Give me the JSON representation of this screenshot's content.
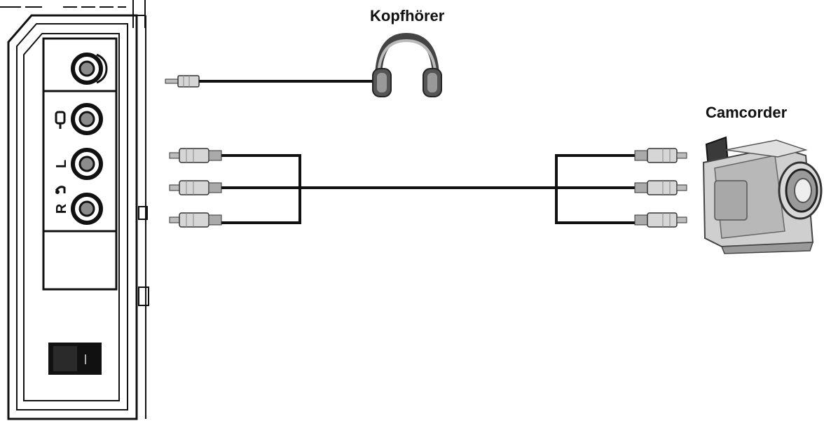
{
  "labels": {
    "headphones": "Kopfhörer",
    "camcorder": "Camcorder"
  },
  "panel": {
    "port_markings": {
      "left_audio": "L",
      "right_audio": "R"
    },
    "icons": [
      "headphone-jack-icon",
      "video-icon",
      "audio-note-icon"
    ]
  },
  "colors": {
    "line": "#111111",
    "plug": "#bdbdbd",
    "jack": "#8c8c8c",
    "camera_body": "#cfcfcf"
  }
}
